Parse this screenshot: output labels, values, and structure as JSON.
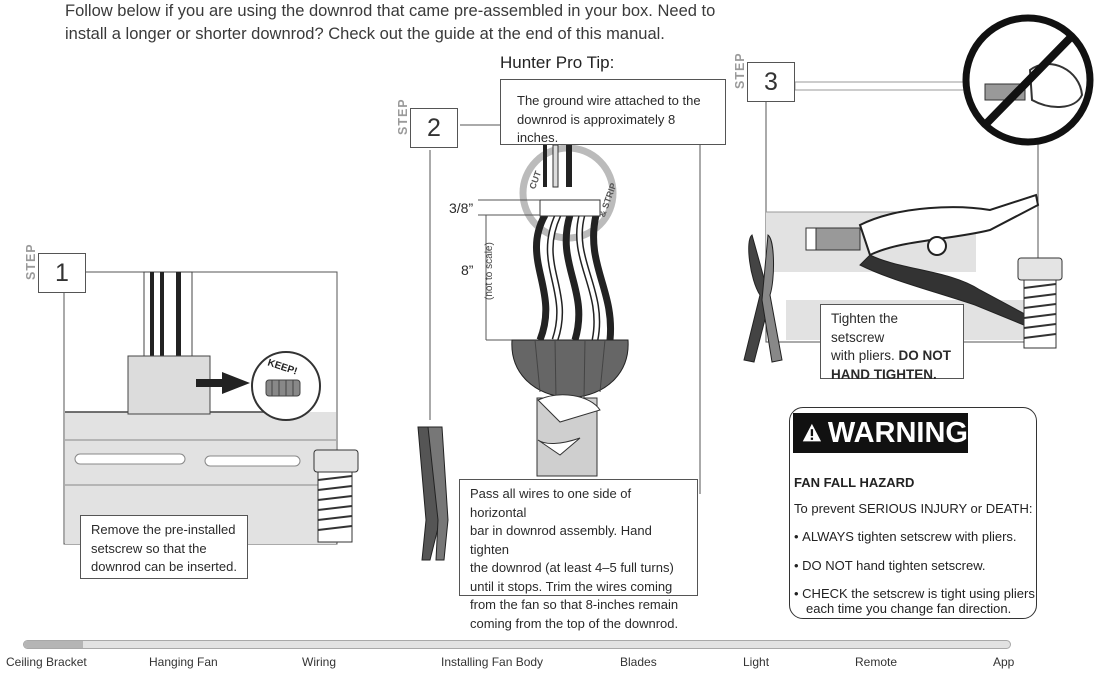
{
  "intro": {
    "line1": "Follow below if you are using the downrod that came pre-assembled in your box. Need to",
    "line2": "install a longer or shorter downrod? Check out the guide at the end of this manual."
  },
  "step_word": "STEP",
  "steps": [
    {
      "number": "1",
      "caption": [
        "Remove the pre-installed",
        "setscrew so that the",
        "downrod can be inserted."
      ],
      "badge": "KEEP!"
    },
    {
      "number": "2",
      "caption": [
        "Pass all wires to one side of horizontal",
        "bar in downrod assembly. Hand tighten",
        "the downrod (at least 4–5 full turns)",
        "until it stops. Trim the wires coming",
        "from the fan so that 8-inches remain",
        "coming from the top of the downrod."
      ],
      "dim_3_8": "3/8”",
      "dim_8": "8”",
      "not_to_scale": "(not to scale)",
      "cut": "CUT",
      "strip": "& STRIP"
    },
    {
      "number": "3",
      "caption_line1": "Tighten the setscrew",
      "caption_line2a": "with pliers. ",
      "caption_line2b": "DO NOT",
      "caption_line3": "HAND TIGHTEN."
    }
  ],
  "pro_tip": {
    "title": "Hunter Pro Tip:",
    "text": [
      "The ground wire attached to the",
      "downrod is approximately 8 inches."
    ]
  },
  "warning": {
    "header": "WARNING",
    "hazard": "FAN FALL HAZARD",
    "intro_a": "To prevent ",
    "intro_b": "SERIOUS INJURY",
    "intro_c": " or ",
    "intro_d": "DEATH",
    "intro_e": ":",
    "b1_a": "ALWAYS",
    "b1_b": " tighten setscrew with pliers.",
    "b2_a": "DO NOT",
    "b2_b": " hand tighten setscrew.",
    "b3_a": "CHECK",
    "b3_b": " the setscrew is tight using pliers",
    "b3_c": "each time you change fan direction."
  },
  "nav": {
    "progress": 0.06,
    "items": [
      "Ceiling Bracket",
      "Hanging Fan",
      "Wiring",
      "Installing Fan Body",
      "Blades",
      "Light",
      "Remote",
      "App"
    ]
  }
}
